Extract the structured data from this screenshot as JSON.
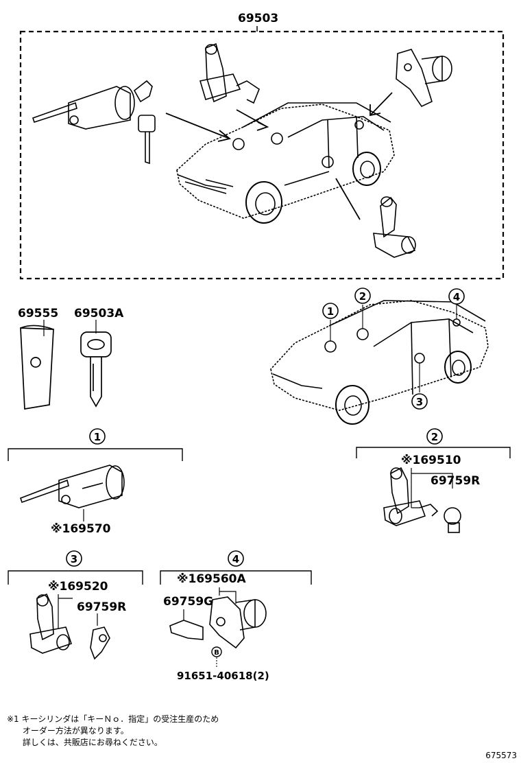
{
  "top_assembly": {
    "part_no": "69503"
  },
  "loose_parts": [
    {
      "part_no": "69555"
    },
    {
      "part_no": "69503A"
    }
  ],
  "callouts": [
    "1",
    "2",
    "3",
    "4"
  ],
  "groups": [
    {
      "index": "1",
      "parts": [
        "※169570"
      ]
    },
    {
      "index": "2",
      "parts": [
        "※169510",
        "69759R"
      ]
    },
    {
      "index": "3",
      "parts": [
        "※169520",
        "69759R"
      ]
    },
    {
      "index": "4",
      "parts": [
        "※169560A",
        "69759G",
        "91651-40618(2)"
      ]
    }
  ],
  "small_symbol": "B",
  "footnote": {
    "line1": "※1 キーシリンダは「キーＮｏ．指定」の受注生産のため",
    "line2": "      オーダー方法が異なります。",
    "line3": "      詳しくは、共販店にお尋ねください。"
  },
  "diagram_id": "675573"
}
